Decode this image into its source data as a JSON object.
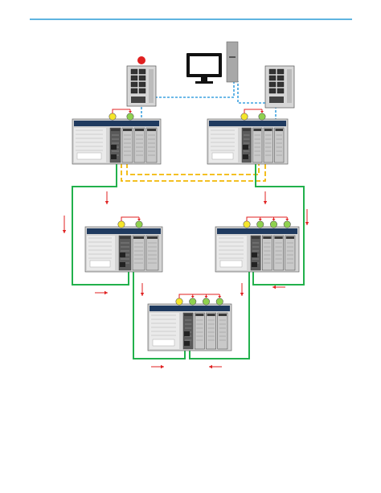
{
  "colors": {
    "header_rule": "#2a9bd6",
    "ring_cable": "#22b14c",
    "redundancy_cable": "#f2b705",
    "ethernet_cable": "#3da2e0",
    "flow_arrow": "#e02020",
    "status_red": "#e02020",
    "status_yellow": "#f5e62a",
    "status_green": "#8fd14f",
    "chassis_body": "#d4d4d4",
    "chassis_panel": "#eaeaea",
    "brand_band": "#1f3a5f",
    "module_dark": "#3a3a3a",
    "switch_body": "#d7d7d7",
    "computer": "#111111",
    "tower": "#a8a8a8"
  },
  "icons": {
    "computer": "desktop-monitor-icon",
    "tower": "pc-tower-icon",
    "switch": "ethernet-switch-icon",
    "chassis": "controllogix-chassis-icon",
    "port": "ethernet-port-icon",
    "arrow": "flow-arrow-icon"
  },
  "nodes": {
    "primary_chassis": {
      "status": [
        "yellow",
        "green"
      ],
      "modules": 4
    },
    "secondary_chassis": {
      "status": [
        "yellow",
        "green"
      ],
      "modules": 4
    },
    "remote_chassis_left": {
      "status": [
        "yellow",
        "green"
      ],
      "modules": 3
    },
    "remote_chassis_right": {
      "status": [
        "yellow",
        "green",
        "green",
        "green"
      ],
      "modules": 4
    },
    "remote_chassis_bottom": {
      "status": [
        "yellow",
        "green",
        "green",
        "green"
      ],
      "modules": 4
    }
  }
}
